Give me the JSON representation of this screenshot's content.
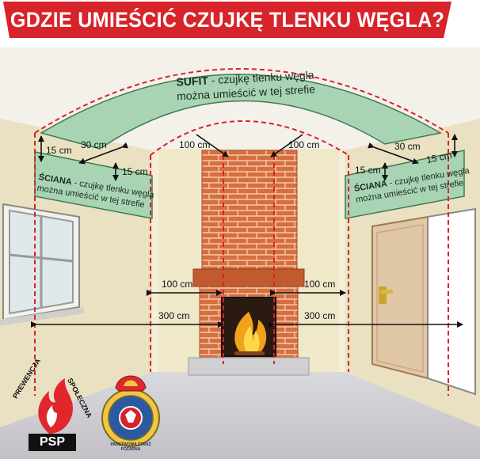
{
  "title": "GDZIE UMIEŚCIĆ CZUJKĘ TLENKU WĘGLA?",
  "ceiling_zone": {
    "keyword": "SUFIT",
    "rest_line1": " - czujkę tlenku węgla",
    "line2": "można umieścić w tej strefie"
  },
  "wall_zone_left": {
    "keyword": "ŚCIANA",
    "rest_line1": " - czujkę tlenku węgla",
    "line2": "można umieścić w tej strefie"
  },
  "wall_zone_right": {
    "keyword": "ŚCIANA",
    "rest_line1": " - czujkę tlenku węgla",
    "line2": "można umieścić w tej strefie"
  },
  "dimensions": {
    "ceiling_gap_left": "30 cm",
    "ceiling_gap_right": "30 cm",
    "left_15_top": "15 cm",
    "left_15_inner": "15 cm",
    "right_15_top": "15 cm",
    "right_15_inner": "15 cm",
    "chimney_left": "100 cm",
    "chimney_right": "100 cm",
    "fireplace_left_100": "100 cm",
    "fireplace_right_100": "100 cm",
    "fireplace_left_300": "300 cm",
    "fireplace_right_300": "300 cm"
  },
  "logos": {
    "psp_prevention_arc1": "PREWENCJA",
    "psp_prevention_arc2": "SPOŁECZNA",
    "psp_short": "PSP",
    "fire_service_ring": "PAŃSTWOWA STRAŻ POŻARNA"
  },
  "colors": {
    "title_red": "#d8232a",
    "zone_green": "#a9d4b4",
    "zone_border": "#3f7a54",
    "wall": "#efe8c9",
    "side_wall": "#e7dfbf",
    "floor": "#cfcdd2",
    "brick": "#d66f3f",
    "dashed_red": "#d8232a",
    "door": "#e0c7a5"
  }
}
